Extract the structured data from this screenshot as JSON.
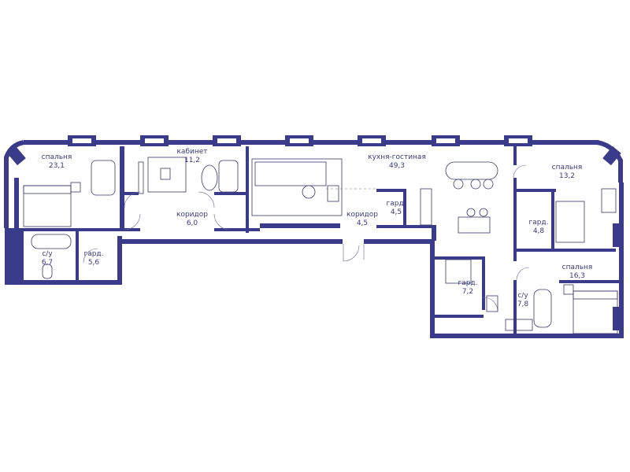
{
  "plan": {
    "wall_color": "#3b3b8c",
    "text_color": "#3a3a80",
    "rooms": [
      {
        "name": "спальня",
        "area": "23,1"
      },
      {
        "name": "кабинет",
        "area": "11,2"
      },
      {
        "name": "кухня-гостиная",
        "area": "49,3"
      },
      {
        "name": "спальня",
        "area": "13,2"
      },
      {
        "name": "коридор",
        "area": "6,0"
      },
      {
        "name": "коридор",
        "area": "4,5"
      },
      {
        "name": "гард.",
        "area": "4,5"
      },
      {
        "name": "гард.",
        "area": "4,8"
      },
      {
        "name": "с/у",
        "area": "6,7"
      },
      {
        "name": "гард.",
        "area": "5,6"
      },
      {
        "name": "гард.",
        "area": "7,2"
      },
      {
        "name": "с/у",
        "area": "7,8"
      },
      {
        "name": "спальня",
        "area": "16,3"
      }
    ]
  }
}
